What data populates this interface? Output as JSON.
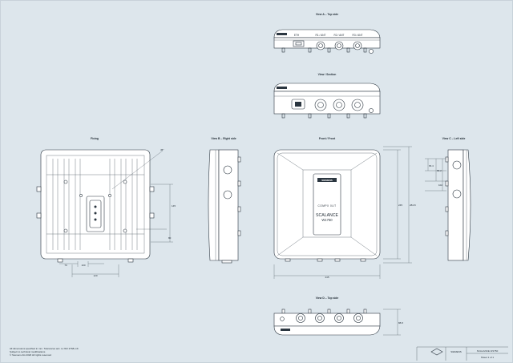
{
  "views": {
    "top_label": "View A – Top side",
    "section_label": "View / Section",
    "back_label": "Fixing",
    "left_label": "View B – Right side",
    "front_label": "Front / Front",
    "right_label": "View C – Left side",
    "bottom_label": "View D – Top side"
  },
  "device": {
    "brand": "SIEMENS",
    "status_text": "COMPX 0UT",
    "product_line1": "SCALANCE",
    "product_line2": "W1750"
  },
  "connectors": [
    "ETH",
    "R1 / ANT",
    "R2 / ANT",
    "R3 / ANT"
  ],
  "dimensions": {
    "front_width": "245",
    "front_height": "245",
    "front_height_total": "284.8",
    "back_width1": "70",
    "back_width2": "100",
    "back_width3": "120",
    "back_vertical1": "145",
    "back_vertical2": "80",
    "side_a": "66.4",
    "side_b": "83.2",
    "side_c": "102",
    "bottom_depth": "88.8",
    "angle": "45°"
  },
  "notes": [
    "All dimensions specified in mm. Tolerances acc. to ISO 2768-mK",
    "Subject to technical modifications",
    "© Siemens AG 2020 All rights reserved"
  ],
  "title_block": {
    "brand": "SIEMENS",
    "doc_no": "SCALANCE W1750",
    "sheet": "Sheet 1 of 1"
  }
}
